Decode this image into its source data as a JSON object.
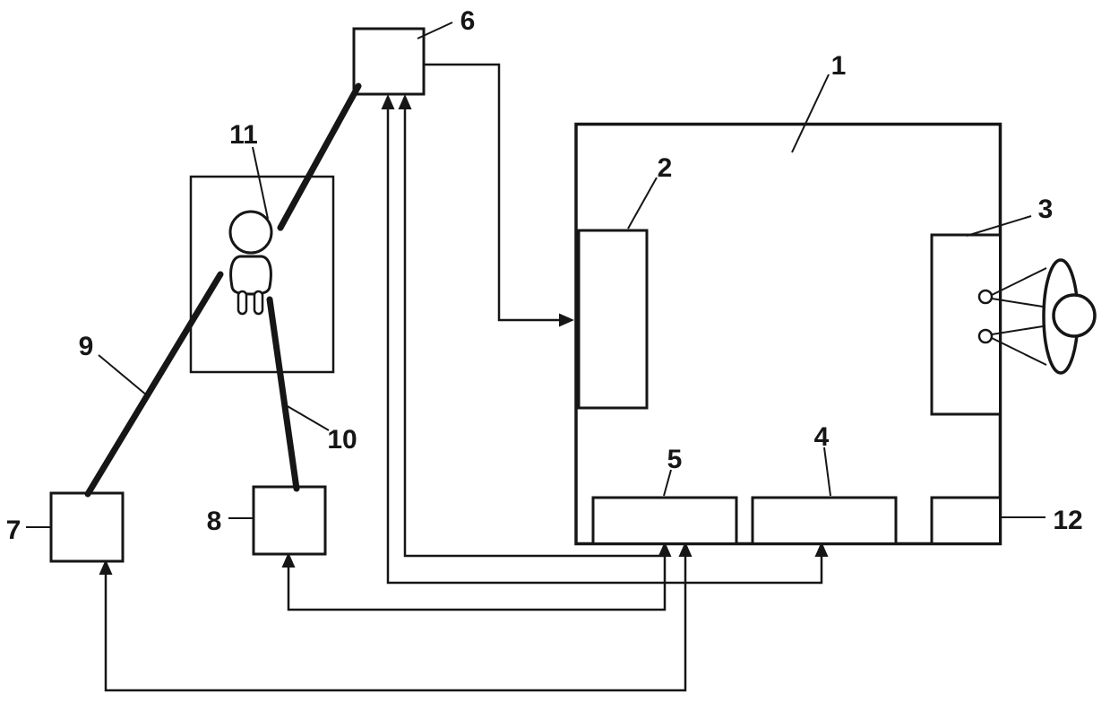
{
  "figure": {
    "bg_color": "#ffffff",
    "ink_color": "#161616",
    "labels": {
      "n1": "1",
      "n2": "2",
      "n3": "3",
      "n4": "4",
      "n5": "5",
      "n6": "6",
      "n7": "7",
      "n8": "8",
      "n9": "9",
      "n10": "10",
      "n11": "11",
      "n12": "12"
    }
  }
}
